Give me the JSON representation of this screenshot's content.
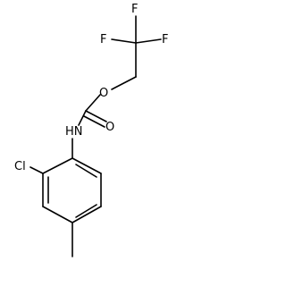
{
  "molecule": {
    "atoms": {
      "f_left": "F",
      "f_top": "F",
      "f_right": "F",
      "o_ether": "O",
      "o_carbonyl": "O",
      "nh": "HN",
      "cl": "Cl"
    },
    "colors": {
      "bond": "#000000",
      "label": "#000000",
      "background": "#ffffff"
    }
  }
}
